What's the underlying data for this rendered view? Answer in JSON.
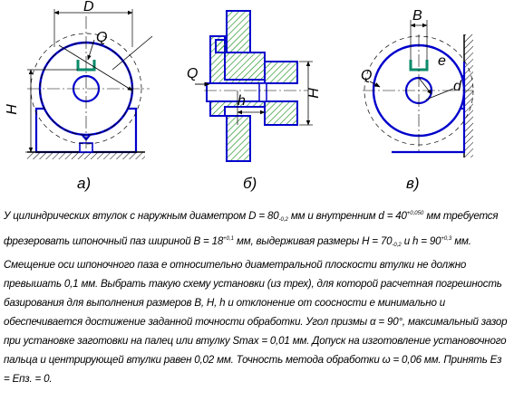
{
  "labels": {
    "view_a": "а)",
    "view_b": "б)",
    "view_c": "в)",
    "dim_D": "D",
    "dim_Q_a": "Q",
    "dim_H_a": "H",
    "dim_Q_b": "Q",
    "dim_H_b": "H",
    "dim_h_b": "h",
    "dim_B_c": "B",
    "dim_Q_c": "Q",
    "dim_e_c": "e",
    "dim_d_c": "d"
  },
  "problem": {
    "t1": "У цилиндрических втулок с наружным диаметром D = 80",
    "D_tol": "-0,2",
    "t2": " мм и внутренним d = 40",
    "d_tol": "+0,050",
    "t3": " мм требуется фрезеровать шпоночный паз шириной B = 18",
    "B_tol": "+0,1",
    "t4": " мм, выдерживая размеры H = 70",
    "H_tol": "-0,2",
    "t5": " и h = 90",
    "h_tol": "+0,3",
    "t6": " мм. Смещение оси шпоночного паза e относительно диаметральной плоскости втулки не должно превышать 0,1 мм. Выбрать такую схему установки (из трех), для которой расчетная погрешность базирования для выполнения размеров B, H, h и отклонение от соосности e минимально и обеспечивается достижение заданной точности обработки. Угол призмы ",
    "alpha": "α",
    "t7": " = 90°, максимальный зазор при установке заготовки на палец или втулку Smax = 0,01 мм. Допуск на изготовление установочного пальца и центрирующей втулки равен 0,02 мм. Точность метода обработки ",
    "omega": "ω",
    "t8": " = 0,06 мм. Принять Ез = Епз. = 0."
  }
}
